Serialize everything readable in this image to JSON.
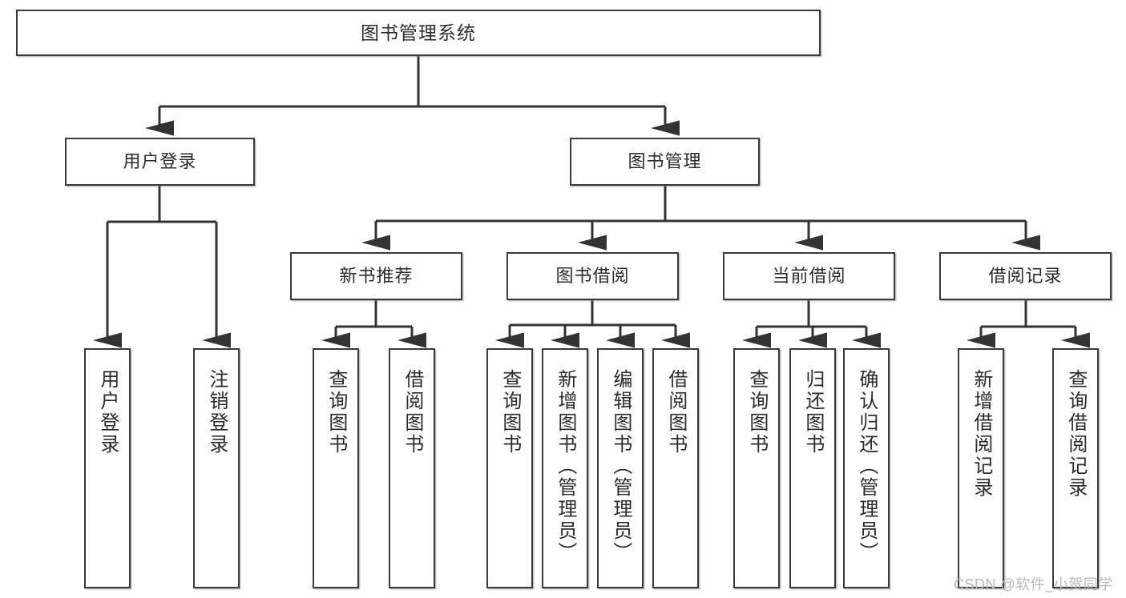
{
  "diagram": {
    "title": "图书管理系统",
    "type": "hierarchy-tree",
    "watermark": "CSDN @软件_小贺同学",
    "colors": {
      "node_border": "#3a3a3a",
      "node_fill": "#ffffff",
      "edge": "#333333",
      "text": "#2b2b2b",
      "watermark": "#b9b9b9"
    },
    "nodes": {
      "root": {
        "label": "图书管理系统"
      },
      "level2": [
        {
          "label": "用户登录"
        },
        {
          "label": "图书管理"
        }
      ],
      "level3": [
        {
          "label": "新书推荐"
        },
        {
          "label": "图书借阅"
        },
        {
          "label": "当前借阅"
        },
        {
          "label": "借阅记录"
        }
      ],
      "leaves_user_login": [
        {
          "label": "用户登录"
        },
        {
          "label": "注销登录"
        }
      ],
      "leaves_new_book": [
        {
          "label": "查询图书"
        },
        {
          "label": "借阅图书"
        }
      ],
      "leaves_borrow": [
        {
          "label": "查询图书"
        },
        {
          "label": "新增图书（管理员）"
        },
        {
          "label": "编辑图书（管理员）"
        },
        {
          "label": "借阅图书"
        }
      ],
      "leaves_current": [
        {
          "label": "查询图书"
        },
        {
          "label": "归还图书"
        },
        {
          "label": "确认归还（管理员）"
        }
      ],
      "leaves_record": [
        {
          "label": "新增借阅记录"
        },
        {
          "label": "查询借阅记录"
        }
      ]
    }
  }
}
